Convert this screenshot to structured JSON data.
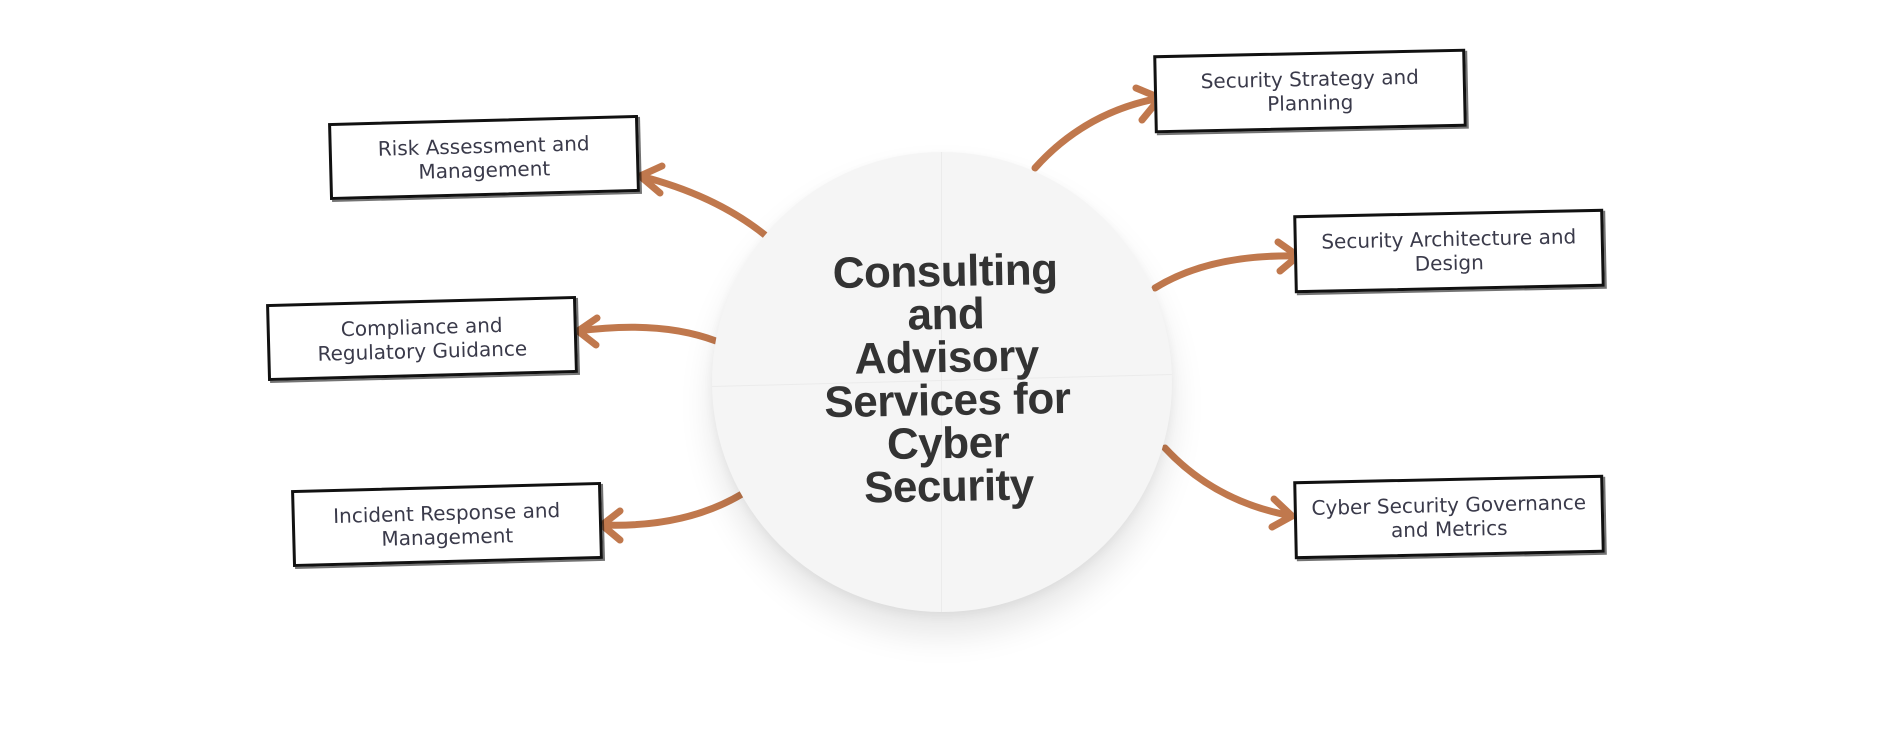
{
  "center": {
    "title": "Consulting and Advisory Services for Cyber Security"
  },
  "nodes": [
    {
      "label": "Security Strategy and Planning"
    },
    {
      "label": "Risk Assessment and Management"
    },
    {
      "label": "Security Architecture and Design"
    },
    {
      "label": "Compliance and Regulatory Guidance"
    },
    {
      "label": "Incident Response and Management"
    },
    {
      "label": "Cyber Security Governance and Metrics"
    }
  ],
  "colors": {
    "arrow": "#c0784d",
    "border": "#111111",
    "circle": "#f5f5f5"
  }
}
